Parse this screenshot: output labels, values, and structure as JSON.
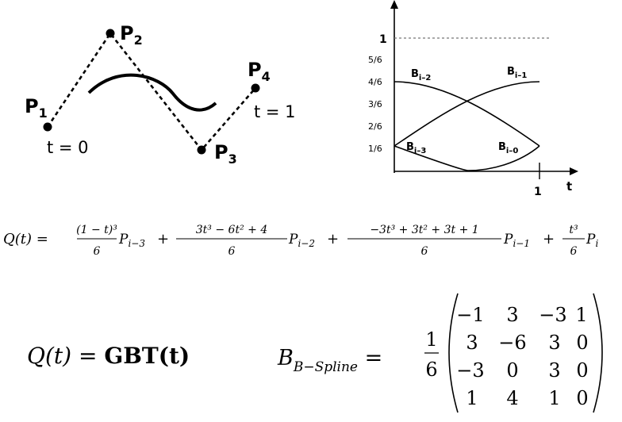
{
  "control_points": {
    "p1": "P1",
    "p2": "P2",
    "p3": "P3",
    "p4": "P4",
    "t_start": "t = 0",
    "t_end": "t = 1"
  },
  "basis_plot": {
    "y_ticks": [
      "1",
      "5/6",
      "4/6",
      "3/6",
      "2/6",
      "1/6"
    ],
    "x_tick": "1",
    "x_axis_label": "t",
    "curves": [
      {
        "id": "b_i_minus_2",
        "label": "Bi–2",
        "sub": "i–2"
      },
      {
        "id": "b_i_minus_1",
        "label": "Bi–1",
        "sub": "i–1"
      },
      {
        "id": "b_i_minus_3",
        "label": "Bi–3",
        "sub": "i–3"
      },
      {
        "id": "b_i_minus_0",
        "label": "Bi–0",
        "sub": "i–0"
      }
    ]
  },
  "equations": {
    "q_t_expanded": {
      "lhs": "Q(t) =",
      "terms": [
        {
          "numerator": "(1 − t)³",
          "denominator": "6",
          "point": "Pi−3"
        },
        {
          "numerator": "3t³ − 6t² + 4",
          "denominator": "6",
          "point": "Pi−2"
        },
        {
          "numerator": "−3t³ + 3t² + 3t + 1",
          "denominator": "6",
          "point": "Pi−1"
        },
        {
          "numerator": "t³",
          "denominator": "6",
          "point": "Pi"
        }
      ]
    },
    "q_t_compact": {
      "lhs": "Q(t) = ",
      "rhs": "GBT(t)"
    },
    "basis_matrix": {
      "name": "B",
      "subscript": "B−Spline",
      "scalar_num": "1",
      "scalar_den": "6",
      "rows": [
        [
          "−1",
          "3",
          "−3",
          "1"
        ],
        [
          "3",
          "−6",
          "3",
          "0"
        ],
        [
          "−3",
          "0",
          "3",
          "0"
        ],
        [
          "1",
          "4",
          "1",
          "0"
        ]
      ]
    }
  }
}
